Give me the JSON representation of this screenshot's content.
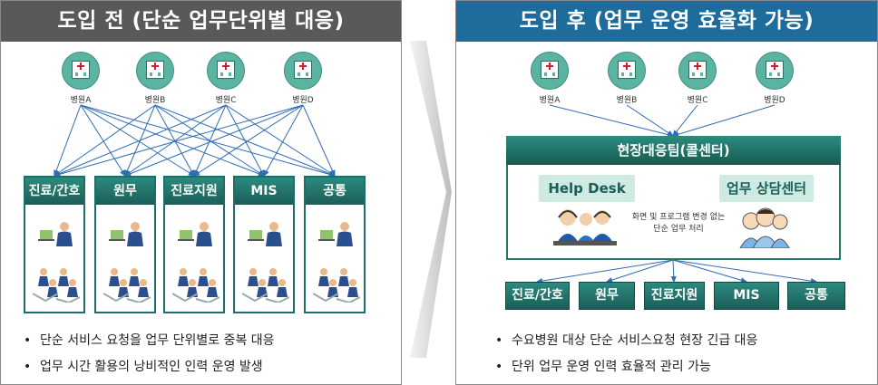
{
  "left": {
    "title": "도입 전 (단순 업무단위별 대응)",
    "hospitals": [
      "병원A",
      "병원B",
      "병원C",
      "병원D"
    ],
    "departments": [
      "진료/간호",
      "원무",
      "진료지원",
      "MIS",
      "공통"
    ],
    "bullets": [
      "단순 서비스 요청을 업무 단위별로 중복 대응",
      "업무 시간 활용의 낭비적인 인력 운영 발생"
    ]
  },
  "right": {
    "title": "도입 후 (업무 운영 효율화 가능)",
    "hospitals": [
      "병원A",
      "병원B",
      "병원C",
      "병원D"
    ],
    "team_title": "현장대응팀(콜센터)",
    "help_desk": "Help Desk",
    "consult_center": "업무 상담센터",
    "processing_note": [
      "화면 및 프로그램 변경 없는",
      "단순 업무 처리"
    ],
    "departments": [
      "진료/간호",
      "원무",
      "진료지원",
      "MIS",
      "공통"
    ],
    "bullets": [
      "수요병원 대상 단순 서비스요청 현장 긴급 대응",
      "단위 업무 운영 인력 효율적 관리 가능"
    ]
  },
  "colors": {
    "left_header": "#595959",
    "right_header": "#1d6c9b",
    "teal": "#1f7a6c",
    "hospital_icon": "#5bb3a1",
    "line_blue": "#2f6db5"
  },
  "icons": [
    "hospital-icon",
    "office-worker-icon",
    "team-icon",
    "call-center-agents-icon",
    "consultants-icon",
    "arrow-chevron-icon"
  ]
}
